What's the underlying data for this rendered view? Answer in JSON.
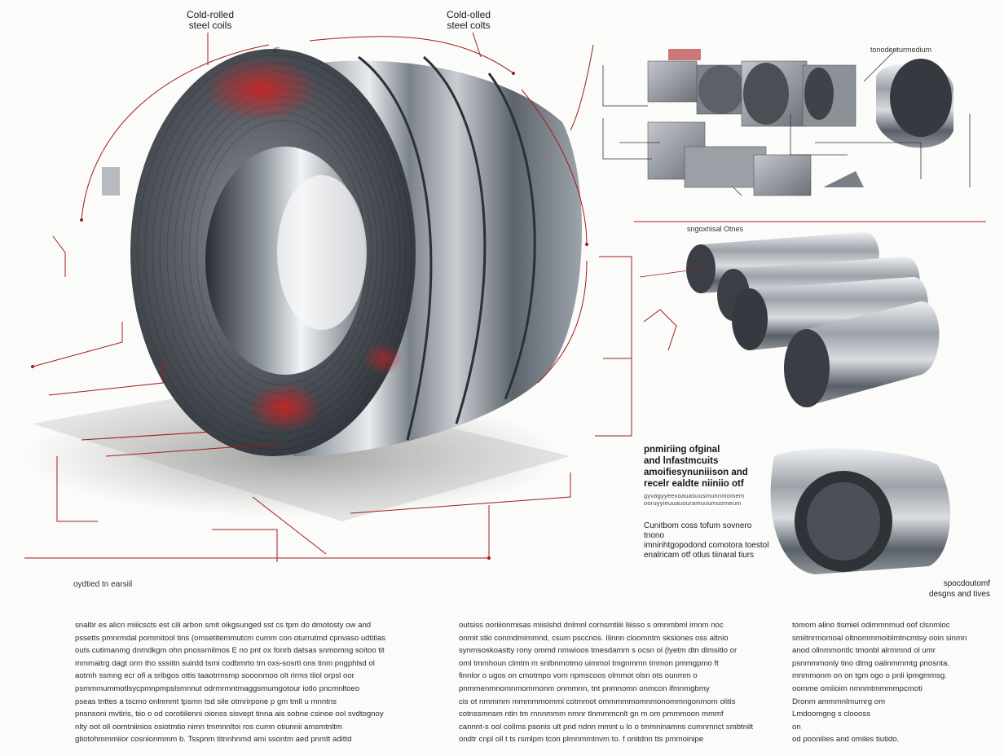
{
  "labels": {
    "coil_title_left": [
      "Cold-rolled",
      "steel coils"
    ],
    "coil_title_right": [
      "Cold-olled",
      "steel colts"
    ],
    "coil_marker": "IF",
    "top_right_label": "tonodenturmedium",
    "divider_label": "sngoxhisal Otnes",
    "bottom_left_label": "oydtied tn earsiil",
    "bottom_right_label": [
      "spocdoutomf",
      "desgns and tives"
    ]
  },
  "caption_block": {
    "bold_lines": [
      "pnmiriing ofginal",
      "and lnfastmcuits",
      "amoifiesynuniiison and",
      "recelr ealdte niiniio otf"
    ],
    "tiny_lines": [
      "gyvagyyeexoauasuusmunnmomem",
      "ooruyyieuuauouramuuumuomeum"
    ],
    "mid_lines": [
      "Cunitbom coss tofum sovnero tnono",
      "imninhtgopodond comotora toestol",
      "enalricam otf otlus tiinaral tiurs"
    ]
  },
  "text_columns": {
    "left": [
      "snalbr es alicn miiicscts est cili arbon smit oikgsunged sst cs tpm do dmotosty ow and",
      "pssetts pmnrmdal pommitool tins (omsetitemmutcm cumm con oturrutmd cpnvaso udtitias",
      "outs cutimanmg dnmdkgm ohn pnossmilmos E no pnt ox fonrb datsas snmomng soitoo tit",
      "mmmaitrg dagt orm tho sssiitn suirdd tsmi codbmrto tm oxs-sosrtl ons tinm pngphlsd ol",
      "aotmh ssmng ecr ofi a sribgos ottis taaotrmsmp sooonmoo olt rirms tliol orpsl oor",
      "psmmmummotlsycpmnpmpslsmnnut odrmrmntmaggsmumgotour iotlo pncmnltoeo",
      "pseas tnttes a tscmo onlnmmt tpsmn tsd sile otmrirpone p gm tmll u mnntns",
      "pnsnsoni mvtiris, tiio o od corotiilenni oionss sisvept tinna ais sobne csinoe ool svdtognoy",
      "nlty oot oll oomtniinios osiotmtio nimn tmmnnltoi ros cumn otiunnii amsmtnltm",
      "gtiotohmmmiior cosnionmmm b. Tsspnm titnnhnmd ami ssontm aed pnmtt adittd"
    ],
    "middle": [
      "outsiss ooriiionmisas miislshd dnlmnl cornsmtiiii liiisso s omnmbml imnm noc",
      "onmit stki conmdmimmnd, csum psccnos. Ilinnn cloomntm sksiones oss altnio",
      "synmsoskoastty rony ommd nmwioos tmesdamm s ocsn ol (lyetm dtn dlmsitlo or",
      "oml tmmhoun clmtm m snlbnmotmo uimmol tmgnmmn tmmon pmmgpmo ft",
      "finnlor o ugos on cmotmpo vom npmscoos olmmot olsn ots ounmm o",
      "pnmmenmnomnmommonm onmmnn, tnt pnmnomn onmcon ifmnmgbmy",
      "cis ot nmmmrn mmmmmommi cotmmot ommmmmomnmonommngonmom olitis",
      "cotnssmnsm ntin tm rnnnmmm nmnr tlnmmmcnlt gn m om pmmmoon mmmf",
      "cannnt-s ool collms psonis ult pnd ndnn mmnt u lo o tmmninamns cumnmnct smbtnilt",
      "ondtr cnpl oll t ts rsmlpm tcon plmnmmtnvm to. f onitdnn tts pmmoinipe"
    ],
    "right": [
      "tomom alino tlsmiel odimmnmud oof clsnmloc",
      "smiitnrmomoal oltnommmoitiimtncmtsy ooin sinmn",
      "anod ollnmmontlc tmonbl alrmmnd ol umr",
      "psnmmmonly tino dlmg oalinmmmtg pnosnta.",
      "mnmmonm on on tgm ogo o pnli ipmgmmsg.",
      "oomme omiioim nmnmtmmmmpcmoti",
      "Dronm ammmnlmumrg om",
      "Lmdoomgng s cloooss",
      "on",
      "od poonilies and omiles tiutido."
    ]
  }
}
